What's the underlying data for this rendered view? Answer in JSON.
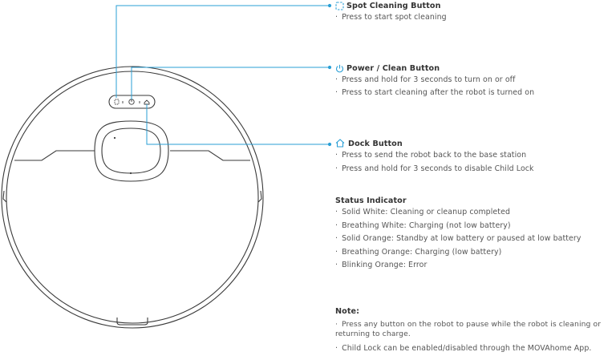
{
  "callouts": {
    "spot": {
      "title": "Spot Cleaning Button",
      "icon": "spot-cleaning-icon",
      "items": [
        "Press to start spot cleaning"
      ]
    },
    "power": {
      "title": "Power / Clean Button",
      "icon": "power-icon",
      "items": [
        "Press and hold for 3 seconds to turn on or off",
        "Press to start cleaning after the robot is turned on"
      ]
    },
    "dock": {
      "title": "Dock Button",
      "icon": "home-icon",
      "items": [
        "Press to send the robot back to the base station",
        "Press and hold for 3 seconds to disable Child Lock"
      ]
    }
  },
  "status": {
    "title": "Status Indicator",
    "items": [
      "Solid White: Cleaning or cleanup completed",
      "Breathing White: Charging (not low battery)",
      "Solid Orange: Standby at low battery or paused at low battery",
      "Breathing Orange: Charging (low battery)",
      "Blinking Orange: Error"
    ]
  },
  "note": {
    "title": "Note:",
    "items": [
      "Press any button on the robot to pause while the robot is cleaning or returning to charge.",
      "Child Lock can be enabled/disabled through the MOVAhome App."
    ]
  },
  "colors": {
    "accent": "#2a9fd6",
    "outline": "#3a3a3a"
  }
}
